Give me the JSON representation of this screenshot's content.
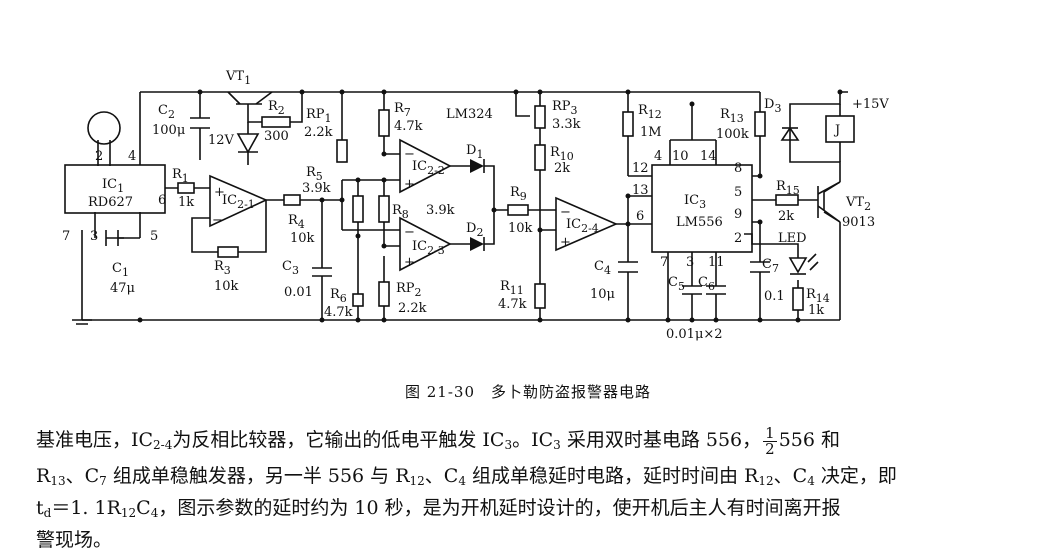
{
  "labels": {
    "vt1": "VT",
    "vt1_sub": "1",
    "c2": "C",
    "c2_sub": "2",
    "c2_val": "100μ",
    "r2": "R",
    "r2_sub": "2",
    "r2_val": "300",
    "zener": "12V",
    "rp1": "RP",
    "rp1_sub": "1",
    "rp1_val": "2.2k",
    "r7": "R",
    "r7_sub": "7",
    "r7_val": "4.7k",
    "lm324": "LM324",
    "rp3": "RP",
    "rp3_sub": "3",
    "rp3_val": "3.3k",
    "r12": "R",
    "r12_sub": "12",
    "r12_val": "1M",
    "r13": "R",
    "r13_sub": "13",
    "r13_val": "100k",
    "d3": "D",
    "d3_sub": "3",
    "v15": "+15V",
    "relay": "J",
    "ic1": "IC",
    "ic1_sub": "1",
    "ic1_part": "RD627",
    "ic1_p2": "2",
    "ic1_p4": "4",
    "ic1_p6": "6",
    "ic1_p7": "7",
    "ic1_p3": "3",
    "ic1_p5": "5",
    "r1": "R",
    "r1_sub": "1",
    "r1_val": "1k",
    "ic21": "IC",
    "ic21_sub": "2-1",
    "r4": "R",
    "r4_sub": "4",
    "r4_val": "10k",
    "r5": "R",
    "r5_sub": "5",
    "r5_val": "3.9k",
    "r8": "R",
    "r8_sub": "8",
    "r8_val": "3.9k",
    "ic22": "IC",
    "ic22_sub": "2-2",
    "ic23": "IC",
    "ic23_sub": "2-3",
    "d1": "D",
    "d1_sub": "1",
    "d2": "D",
    "d2_sub": "2",
    "r9": "R",
    "r9_sub": "9",
    "r9_val": "10k",
    "ic24": "IC",
    "ic24_sub": "2-4",
    "r10": "R",
    "r10_sub": "10",
    "r10_val": "2k",
    "ic3": "IC",
    "ic3_sub": "3",
    "ic3_part": "LM556",
    "ic3_p4": "4",
    "ic3_p10": "10",
    "ic3_p14": "14",
    "ic3_p12": "12",
    "ic3_p13": "13",
    "ic3_p6": "6",
    "ic3_p8": "8",
    "ic3_p5": "5",
    "ic3_p9": "9",
    "ic3_p2": "2",
    "ic3_p7": "7",
    "ic3_p3": "3",
    "ic3_p11": "11",
    "r15": "R",
    "r15_sub": "15",
    "r15_val": "2k",
    "vt2": "VT",
    "vt2_sub": "2",
    "vt2_part": "9013",
    "led": "LED",
    "c1": "C",
    "c1_sub": "1",
    "c1_val": "47μ",
    "r3": "R",
    "r3_sub": "3",
    "r3_val": "10k",
    "c3": "C",
    "c3_sub": "3",
    "c3_val": "0.01",
    "r6": "R",
    "r6_sub": "6",
    "r6_val": "4.7k",
    "rp2": "RP",
    "rp2_sub": "2",
    "rp2_val": "2.2k",
    "r11": "R",
    "r11_sub": "11",
    "r11_val": "4.7k",
    "c4": "C",
    "c4_sub": "4",
    "c4_val": "10μ",
    "c5": "C",
    "c5_sub": "5",
    "c6": "C",
    "c6_sub": "6",
    "c56_val": "0.01μ×2",
    "c7": "C",
    "c7_sub": "7",
    "c7_val": "0.1",
    "r14": "R",
    "r14_sub": "14",
    "r14_val": "1k"
  },
  "caption": "图 21-30　多卜勒防盗报警器电路",
  "paragraph": {
    "l1_a": "基准电压，IC",
    "l1_a_sub": "2-4",
    "l1_b": "为反相比较器，它输出的低电平触发 IC",
    "l1_b_sub": "3",
    "l1_c": "。IC",
    "l1_c_sub": "3",
    "l1_d": " 采用双时基电路 556，",
    "frac_num": "1",
    "frac_den": "2",
    "l1_e": "556 和",
    "l2_a": "R",
    "l2_a_sub": "13",
    "l2_b": "、C",
    "l2_b_sub": "7",
    "l2_c": " 组成单稳触发器，另一半 556 与 R",
    "l2_c_sub": "12",
    "l2_d": "、C",
    "l2_d_sub": "4",
    "l2_e": " 组成单稳延时电路，延时时间由 R",
    "l2_e_sub": "12",
    "l2_f": "、C",
    "l2_f_sub": "4",
    "l2_g": " 决定，即",
    "l3_a": "t",
    "l3_a_sub": "d",
    "l3_b": "＝1. 1R",
    "l3_b_sub": "12",
    "l3_c": "C",
    "l3_c_sub": "4",
    "l3_d": "，图示参数的延时约为 10 秒，是为开机延时设计的，使开机后主人有时间离开报",
    "l4": "警现场。"
  }
}
